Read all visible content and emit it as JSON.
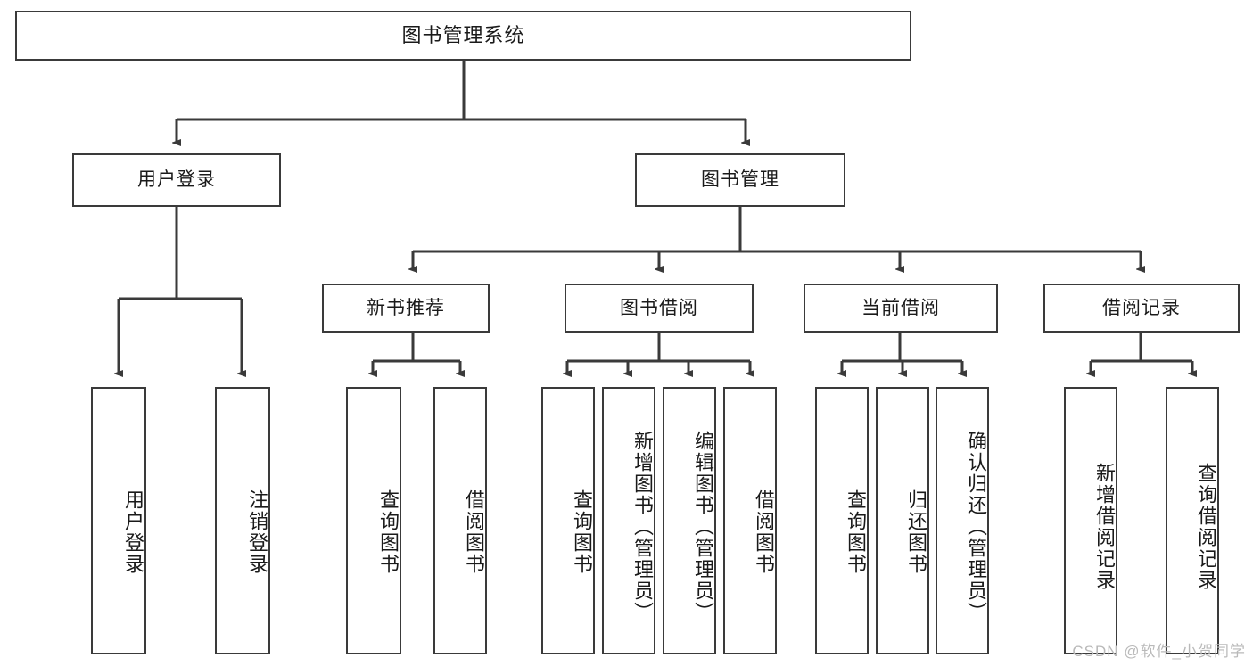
{
  "diagram": {
    "type": "tree",
    "title": "图书管理系统",
    "root": {
      "label": "图书管理系统"
    },
    "level2": [
      {
        "label": "用户登录"
      },
      {
        "label": "图书管理"
      }
    ],
    "level3": [
      {
        "label": "新书推荐"
      },
      {
        "label": "图书借阅"
      },
      {
        "label": "当前借阅"
      },
      {
        "label": "借阅记录"
      }
    ],
    "leaves_user_login": [
      {
        "label": "用户登录"
      },
      {
        "label": "注销登录"
      }
    ],
    "leaves_new_book": [
      {
        "label": "查询图书"
      },
      {
        "label": "借阅图书"
      }
    ],
    "leaves_borrow": [
      {
        "label": "查询图书"
      },
      {
        "label": "新增图书（管理员）"
      },
      {
        "label": "编辑图书（管理员）"
      },
      {
        "label": "借阅图书"
      }
    ],
    "leaves_current": [
      {
        "label": "查询图书"
      },
      {
        "label": "归还图书"
      },
      {
        "label": "确认归还（管理员）"
      }
    ],
    "leaves_record": [
      {
        "label": "新增借阅记录"
      },
      {
        "label": "查询借阅记录"
      }
    ]
  },
  "watermark": {
    "text": "CSDN @软件_小贺同学"
  },
  "colors": {
    "stroke": "#3a3a3a",
    "background": "#ffffff",
    "text": "#1a1a1a",
    "watermark": "#b9b9b9"
  }
}
